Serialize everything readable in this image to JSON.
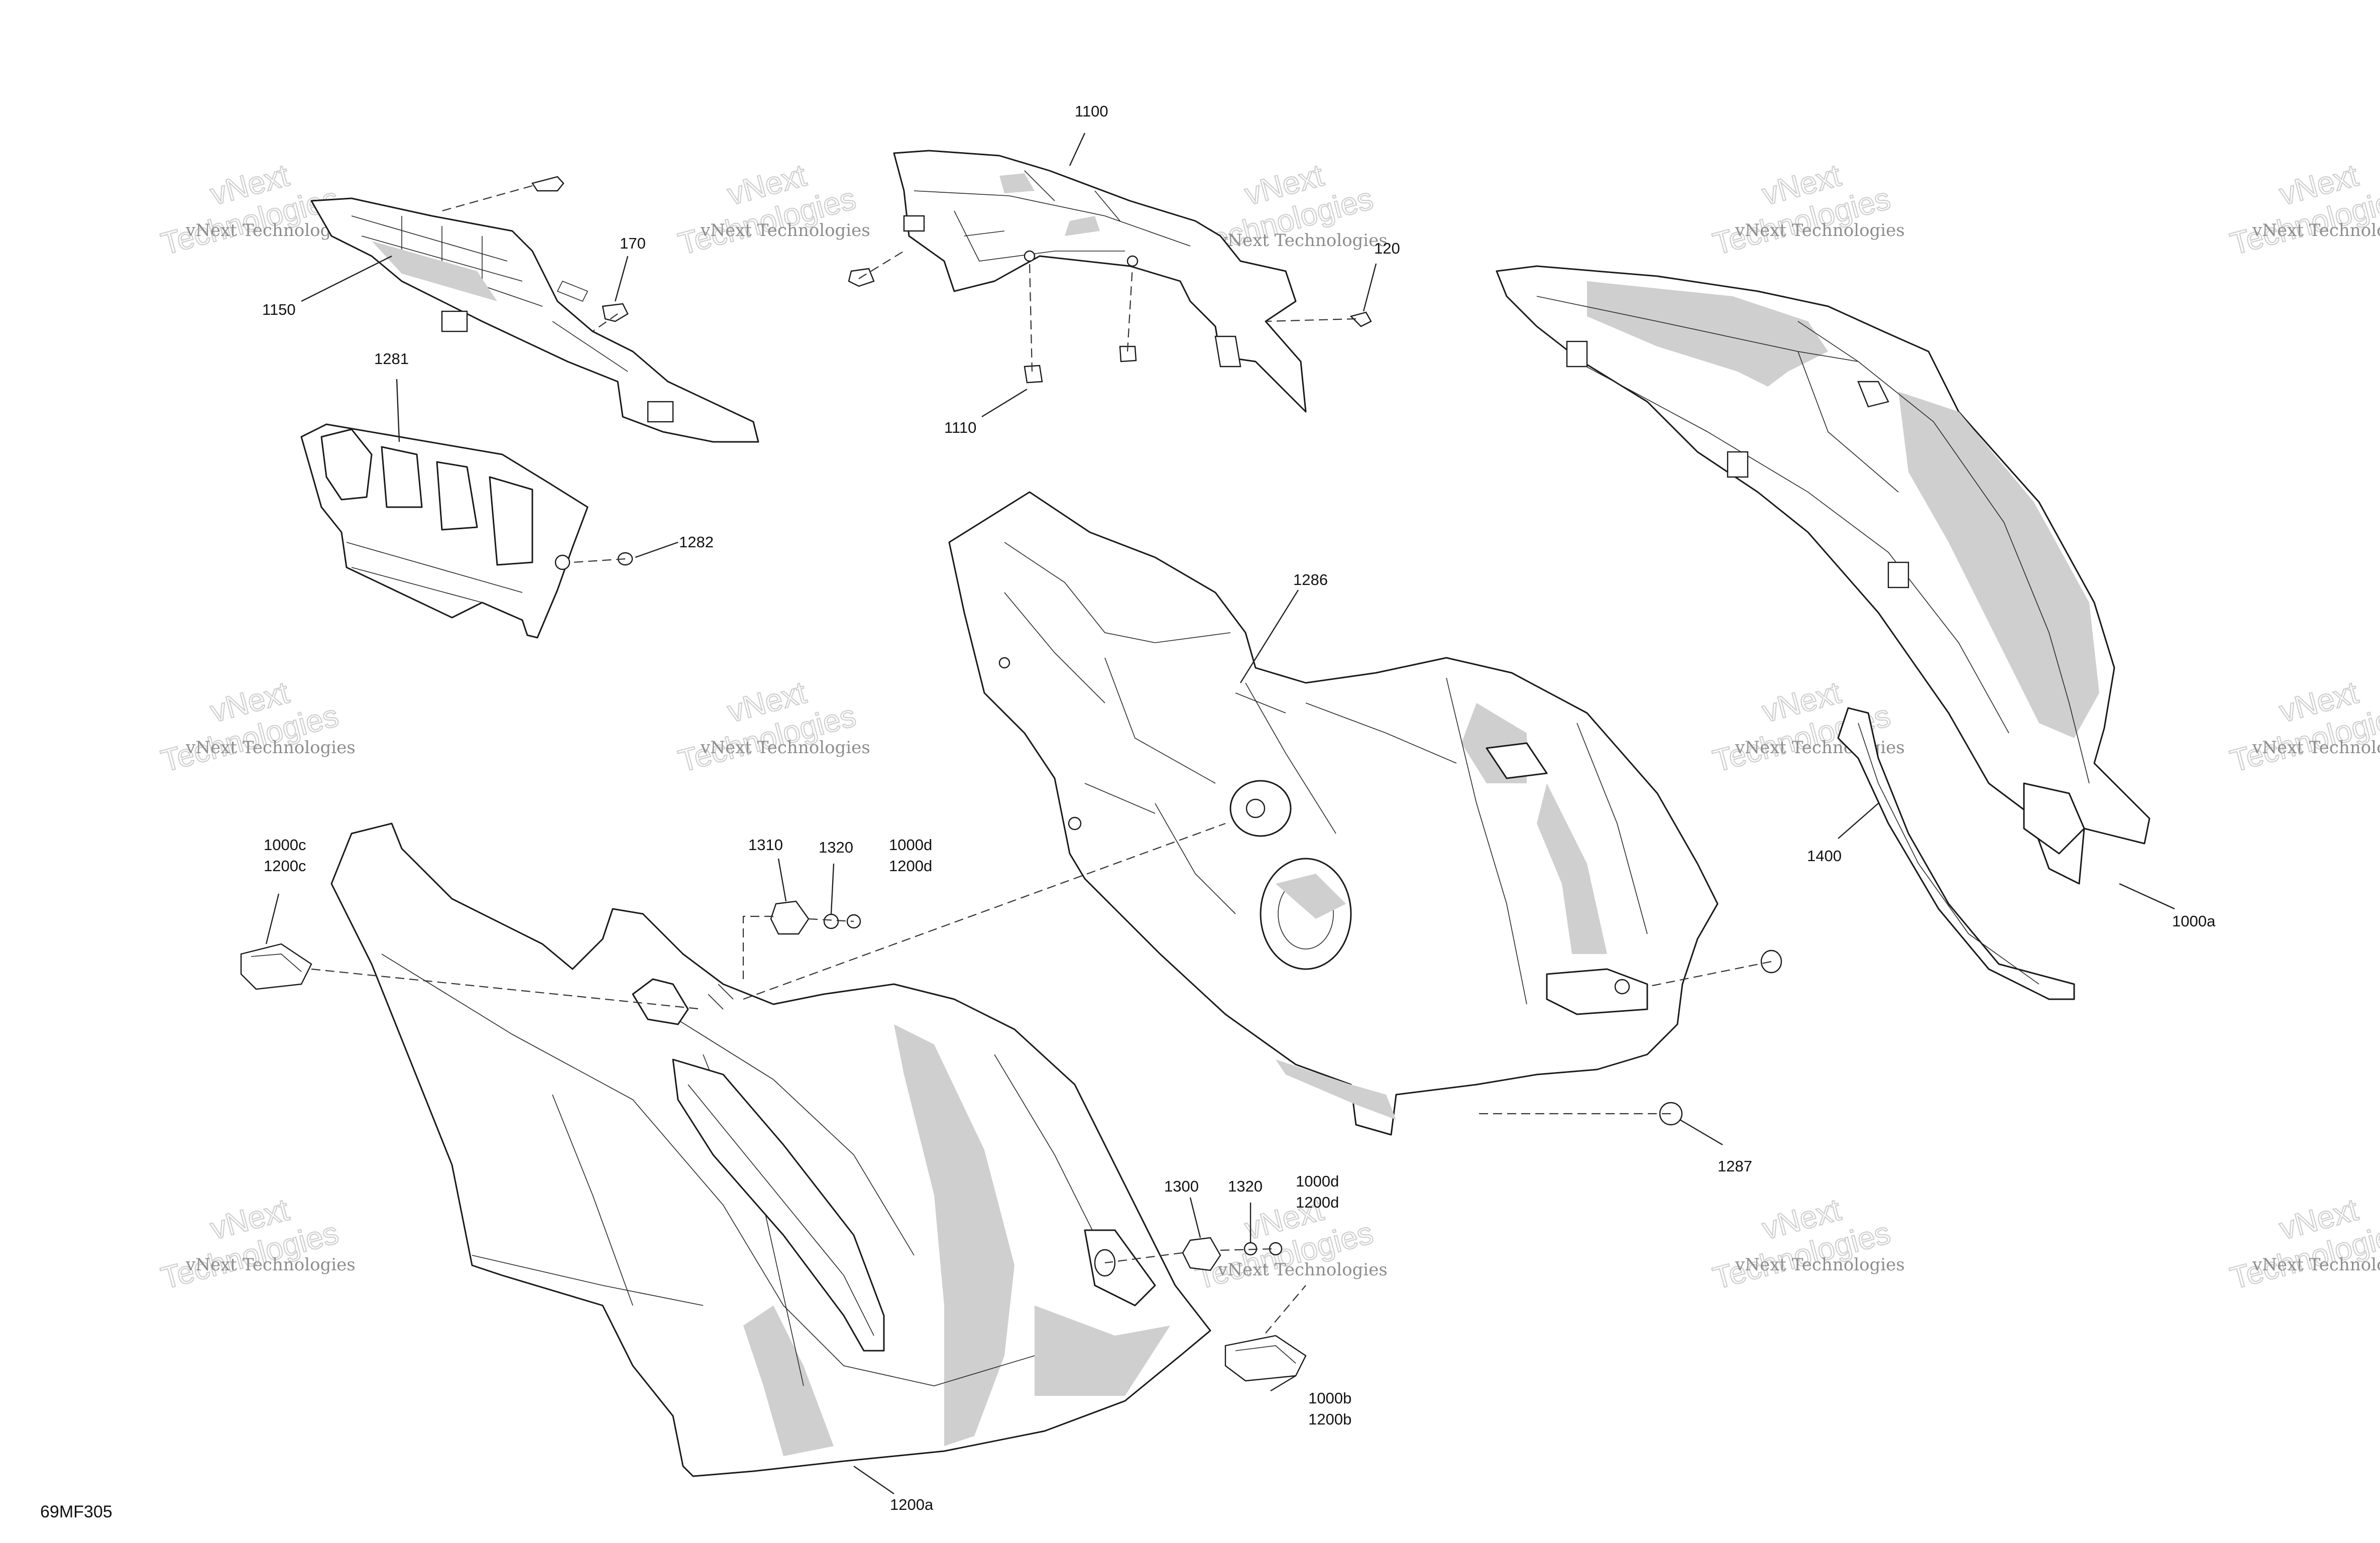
{
  "diagram_code": "69MF305",
  "watermark": {
    "line1": "vNext Technologies",
    "line2": "vNext",
    "line3": "Technologies"
  },
  "callouts": [
    {
      "id": "c1100",
      "text": "1100"
    },
    {
      "id": "c170",
      "text": "170"
    },
    {
      "id": "c120",
      "text": "120"
    },
    {
      "id": "c1150",
      "text": "1150"
    },
    {
      "id": "c1110",
      "text": "1110"
    },
    {
      "id": "c1281",
      "text": "1281"
    },
    {
      "id": "c1282",
      "text": "1282"
    },
    {
      "id": "c1286",
      "text": "1286"
    },
    {
      "id": "c1400",
      "text": "1400"
    },
    {
      "id": "c1000a",
      "text": "1000a"
    },
    {
      "id": "c1000c",
      "text": "1000c"
    },
    {
      "id": "c1200c",
      "text": "1200c"
    },
    {
      "id": "c1310",
      "text": "1310"
    },
    {
      "id": "c1320a",
      "text": "1320"
    },
    {
      "id": "c1000d_a",
      "text": "1000d"
    },
    {
      "id": "c1200d_a",
      "text": "1200d"
    },
    {
      "id": "c1287",
      "text": "1287"
    },
    {
      "id": "c1300",
      "text": "1300"
    },
    {
      "id": "c1320b",
      "text": "1320"
    },
    {
      "id": "c1000d_b",
      "text": "1000d"
    },
    {
      "id": "c1200d_b",
      "text": "1200d"
    },
    {
      "id": "c1000b",
      "text": "1000b"
    },
    {
      "id": "c1200b",
      "text": "1200b"
    },
    {
      "id": "c1200a",
      "text": "1200a"
    }
  ]
}
